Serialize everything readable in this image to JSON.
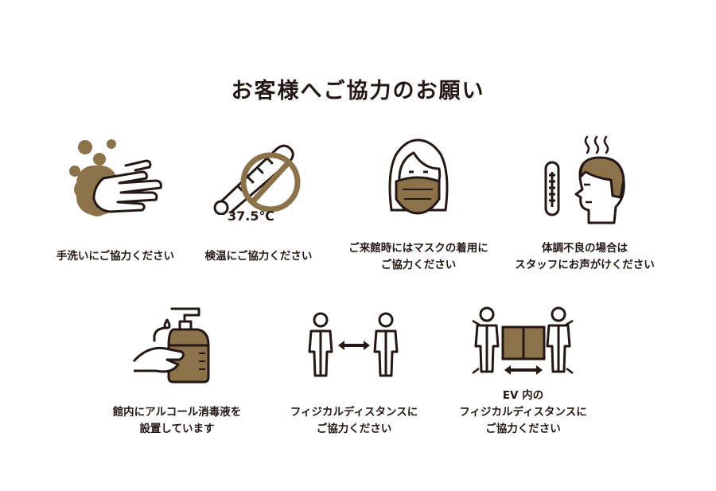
{
  "title": "お客様へご協力のお願い",
  "colors": {
    "accent": "#8c7249",
    "ink": "#231815"
  },
  "items": [
    {
      "icon": "hand-wash-icon",
      "lines": [
        "手洗いにご協力ください"
      ]
    },
    {
      "icon": "thermometer-icon",
      "temp": "37.5℃",
      "lines": [
        "検温にご協力ください"
      ]
    },
    {
      "icon": "mask-face-icon",
      "lines": [
        "ご来館時にはマスクの着用に",
        "ご協力ください"
      ]
    },
    {
      "icon": "feverish-person-icon",
      "lines": [
        "体調不良の場合は",
        "スタッフにお声がけください"
      ]
    },
    {
      "icon": "sanitizer-icon",
      "lines": [
        "館内にアルコール消毒液を",
        "設置しています"
      ]
    },
    {
      "icon": "social-distance-icon",
      "lines": [
        "フィジカルディスタンスに",
        "ご協力ください"
      ]
    },
    {
      "icon": "elevator-distance-icon",
      "lines": [
        "EV 内の",
        "フィジカルディスタンスに",
        "ご協力ください"
      ]
    }
  ]
}
